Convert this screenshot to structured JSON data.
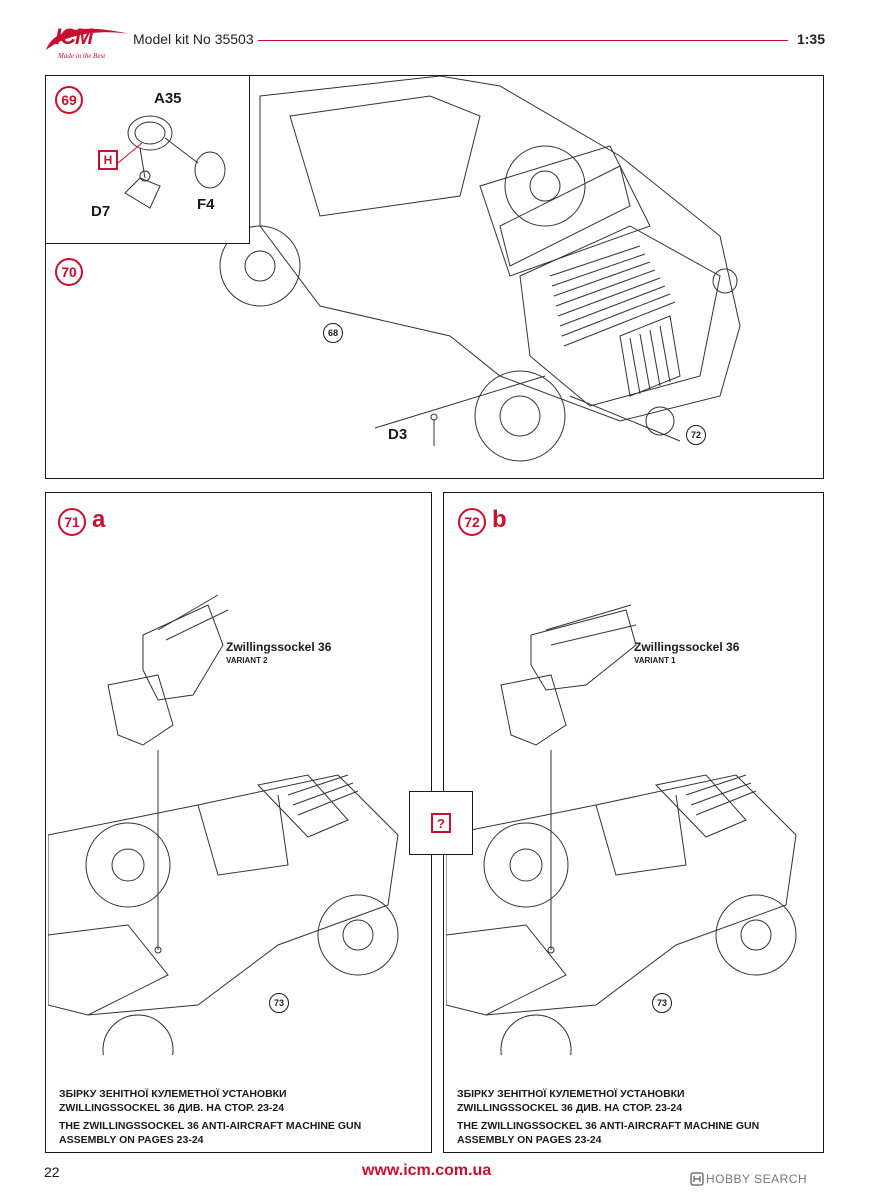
{
  "header": {
    "brand": "ICM",
    "brand_tagline": "Made in the Best",
    "kit_label": "Model kit No 35503",
    "scale": "1:35"
  },
  "steps": {
    "s69": {
      "number": "69",
      "parts": {
        "a35": "A35",
        "f4": "F4",
        "d7": "D7"
      },
      "paint_code": "H"
    },
    "s70": {
      "number": "70",
      "part_d3": "D3",
      "refs": [
        "68",
        "72"
      ]
    },
    "s71": {
      "number": "71",
      "variant": "a",
      "title": "Zwillingssockel 36",
      "subtitle": "VARIANT 2",
      "ref": "73",
      "instructions": [
        "ЗБІРКУ ЗЕНІТНОЇ КУЛЕМЕТНОЇ УСТАНОВКИ",
        "ZWILLINGSSOCKEL 36 ДИВ. НА СТОР. 23-24",
        "THE ZWILLINGSSOCKEL 36 ANTI-AIRCRAFT MACHINE GUN",
        "ASSEMBLY ON PAGES 23-24"
      ]
    },
    "s72": {
      "number": "72",
      "variant": "b",
      "title": "Zwillingssockel 36",
      "subtitle": "VARIANT 1",
      "ref": "73",
      "instructions": [
        "ЗБІРКУ ЗЕНІТНОЇ КУЛЕМЕТНОЇ УСТАНОВКИ",
        "ZWILLINGSSOCKEL 36 ДИВ. НА СТОР. 23-24",
        "THE ZWILLINGSSOCKEL 36 ANTI-AIRCRAFT MACHINE GUN",
        "ASSEMBLY ON PAGES 23-24"
      ]
    }
  },
  "choice_marker": "?",
  "footer": {
    "page_number": "22",
    "url": "www.icm.com.ua",
    "watermark": "HOBBY SEARCH"
  },
  "colors": {
    "accent": "#c8102e",
    "line": "#1a1a1a"
  },
  "icons": [
    "icm-logo-icon",
    "question-icon",
    "hobbysearch-logo-icon"
  ]
}
